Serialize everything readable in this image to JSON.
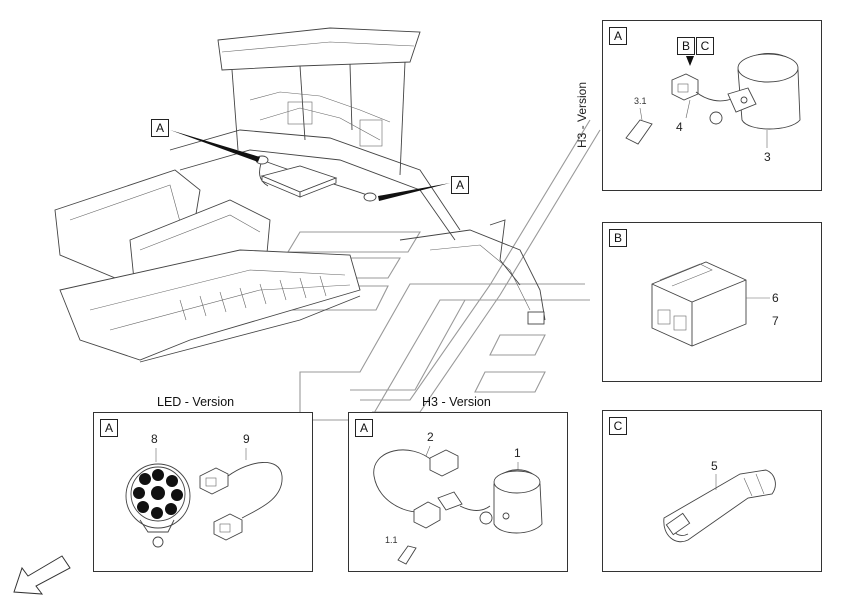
{
  "callouts": {
    "A1": "A",
    "A2": "A"
  },
  "panel_top": {
    "tag": "A",
    "tag_b": "B",
    "tag_c": "C",
    "side_title": "H3 - Version",
    "n_31": "3.1",
    "n_4": "4",
    "n_3": "3"
  },
  "panel_b": {
    "tag": "B",
    "n_6": "6",
    "n_7": "7"
  },
  "panel_c": {
    "tag": "C",
    "n_5": "5"
  },
  "panel_led": {
    "title": "LED - Version",
    "tag": "A",
    "n_8": "8",
    "n_9": "9"
  },
  "panel_h3": {
    "title": "H3 - Version",
    "tag": "A",
    "n_2": "2",
    "n_1": "1",
    "n_11": "1.1"
  },
  "icons": {
    "direction_arrow": "arrow-down-left-icon",
    "logo": "stylized-watermark-logo"
  }
}
